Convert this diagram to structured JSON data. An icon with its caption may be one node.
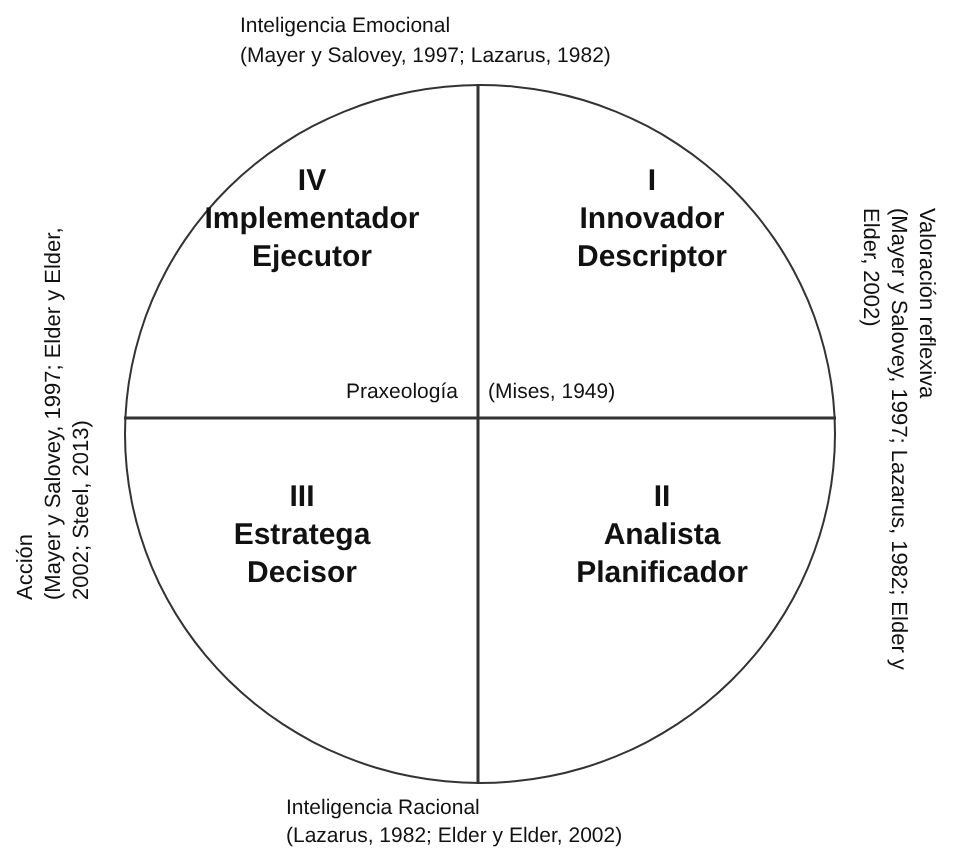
{
  "diagram": {
    "nodes": [
      {
        "text": [],
        "shape": "circle"
      },
      {
        "text": [
          "IV",
          "Implementador Ejecutor"
        ],
        "in": 0
      },
      {
        "text": [
          "I",
          "Innovador Descriptor"
        ],
        "in": 0
      },
      {
        "text": [
          "III",
          "Estratega Decisor"
        ],
        "in": 0
      },
      {
        "text": [
          "II",
          "Analista Planificador"
        ],
        "in": 0
      }
    ],
    "edges": [],
    "labels": [
      "Inteligencia Emocional",
      "(Mayer y Salovey, 1997; Lazarus, 1982)",
      "Acción",
      "(Mayer y Salovey, 1997; Elder y Elder, 2002; Steel, 2013)",
      "Valoración reflexiva",
      "(Mayer y Salovey, 1997; Lazarus, 1982; Elder y Elder, 2002)",
      "Praxeología",
      "(Mises, 1949)",
      "Inteligencia Racional",
      "(Lazarus, 1982; Elder y Elder, 2002)"
    ]
  }
}
